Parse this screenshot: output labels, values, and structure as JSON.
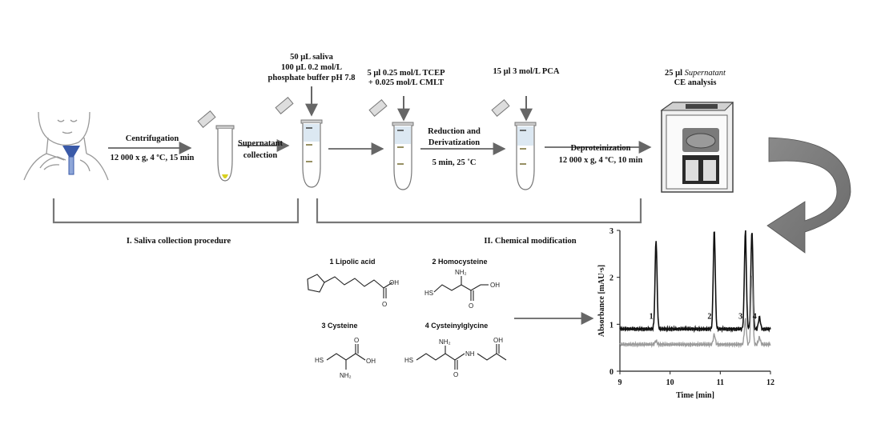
{
  "steps": {
    "centrifugation_title": "Centrifugation",
    "centrifugation_params": "12 000 x g, 4 ºC, 15 min",
    "supernatant_line1": "Supernatant",
    "supernatant_line2": "collection",
    "reduction_line1": "Reduction and",
    "reduction_line2": "Derivatization",
    "reduction_params": "5 min, 25 ˚C",
    "deprot_title": "Deproteinization",
    "deprot_params": "12 000 x g, 4 ºC, 10 min"
  },
  "reagents": {
    "saliva_line1": "50 μL saliva",
    "saliva_line2": "100 μL 0.2 mol/L",
    "saliva_line3": "phosphate buffer pH 7.8",
    "tcep_line1": "5 μl 0.25 mol/L TCEP",
    "tcep_line2": "+ 0.025 mol/L CMLT",
    "pca": "15 μl 3 mol/L PCA",
    "ce_prefix": "25 μl ",
    "ce_italic": "Supernatant",
    "ce_line2": "CE analysis"
  },
  "phases": {
    "phase1": "I. Saliva collection procedure",
    "phase2": "II. Chemical modification"
  },
  "compounds": {
    "c1": "1 Lipolic acid",
    "c2": "2 Homocysteine",
    "c3": "3 Cysteine",
    "c4": "4 Cysteinylglycine",
    "oh": "OH",
    "o": "O",
    "hs": "HS",
    "nh2": "NH₂",
    "nh": "NH"
  },
  "chart_data": {
    "type": "line",
    "xlabel": "Time [min]",
    "ylabel": "Absorbance [mAU·s]",
    "xlim": [
      9,
      12
    ],
    "ylim": [
      0,
      3
    ],
    "xticks": [
      "9",
      "10",
      "11",
      "12"
    ],
    "yticks": [
      "0",
      "1",
      "2",
      "3"
    ],
    "series": [
      {
        "color": "#111111",
        "baseline": 0.9,
        "peaks": [
          {
            "label": "1",
            "x": 9.72,
            "height": 2.8
          },
          {
            "label": "2",
            "x": 10.88,
            "height": 3.0
          },
          {
            "label": "3",
            "x": 11.5,
            "height": 3.0
          },
          {
            "label": "",
            "x": 11.63,
            "height": 3.0
          },
          {
            "label": "4",
            "x": 11.78,
            "height": 1.15
          }
        ]
      },
      {
        "color": "#9a9a9a",
        "baseline": 0.57,
        "peaks": [
          {
            "label": "",
            "x": 9.72,
            "height": 0.65
          },
          {
            "label": "",
            "x": 10.88,
            "height": 0.78
          },
          {
            "label": "",
            "x": 11.5,
            "height": 1.1
          },
          {
            "label": "",
            "x": 11.63,
            "height": 2.05
          },
          {
            "label": "",
            "x": 11.78,
            "height": 0.72
          }
        ]
      }
    ]
  }
}
